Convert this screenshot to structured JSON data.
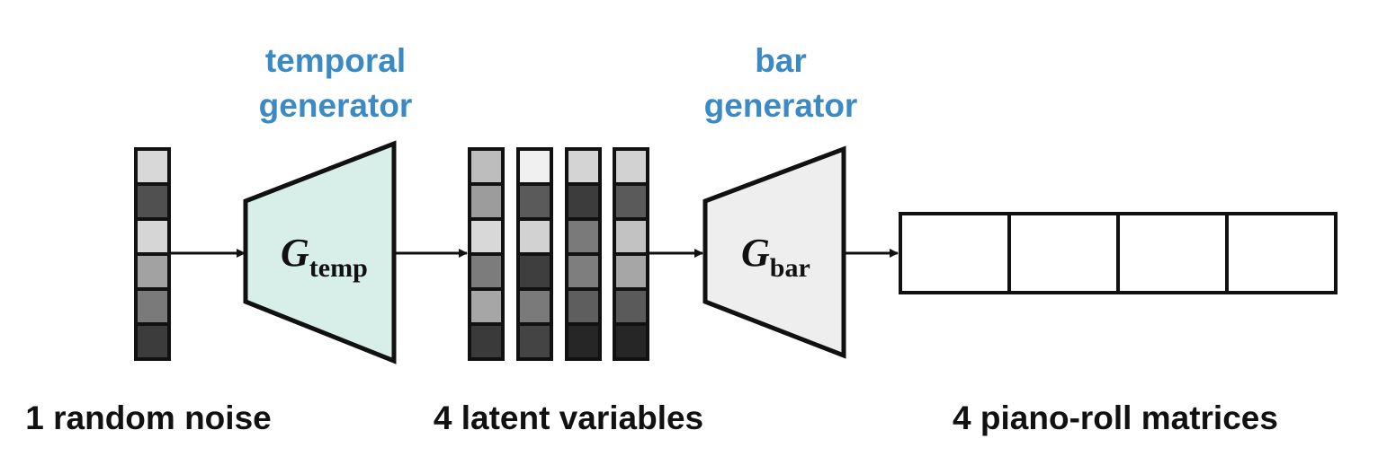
{
  "labels": {
    "temporal_generator": [
      "temporal",
      "generator"
    ],
    "bar_generator": [
      "bar",
      "generator"
    ],
    "random_noise": "1 random noise",
    "latent_variables": "4 latent variables",
    "piano_roll_matrices": "4 piano-roll matrices"
  },
  "generators": {
    "temporal": {
      "symbol": "G",
      "subscript": "temp",
      "fill": "#d8efe9"
    },
    "bar": {
      "symbol": "G",
      "subscript": "bar",
      "fill": "#eeeeee"
    }
  },
  "colors": {
    "label_blue": "#3b8ac4",
    "stroke": "#111111"
  },
  "noise_vector": [
    "#d8d8d8",
    "#505050",
    "#d6d6d6",
    "#a2a2a2",
    "#7a7a7a",
    "#3c3c3c"
  ],
  "latent_vectors": [
    [
      "#bdbdbd",
      "#9c9c9c",
      "#d8d8d8",
      "#7c7c7c",
      "#a6a6a6",
      "#3a3a3a"
    ],
    [
      "#f0f0f0",
      "#5a5a5a",
      "#d2d2d2",
      "#3e3e3e",
      "#7a7a7a",
      "#444444"
    ],
    [
      "#d4d4d4",
      "#3c3c3c",
      "#7a7a7a",
      "#7e7e7e",
      "#5e5e5e",
      "#262626"
    ],
    [
      "#d2d2d2",
      "#5a5a5a",
      "#c2c2c2",
      "#a6a6a6",
      "#5a5a5a",
      "#262626"
    ]
  ],
  "piano_roll_count": 4
}
